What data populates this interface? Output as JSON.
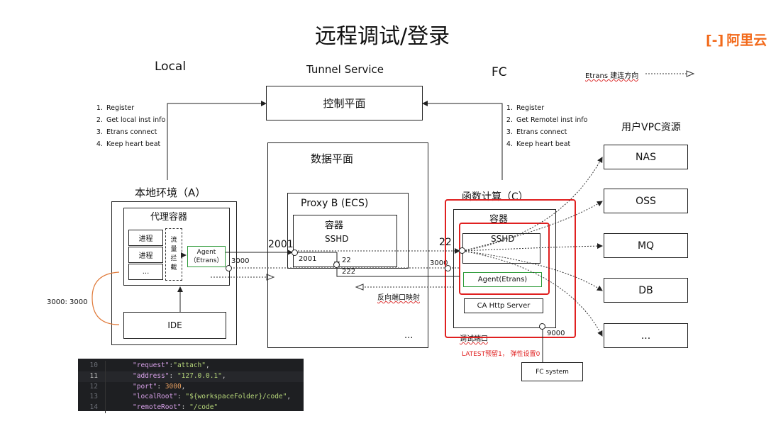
{
  "title": "远程调试/登录",
  "logo": {
    "text": "阿里云",
    "mark": "[-]"
  },
  "col_labels": {
    "local": "Local",
    "tunnel": "Tunnel Service",
    "fc": "FC"
  },
  "legend": {
    "label": "Etrans 建连方向"
  },
  "control_plane": "控制平面",
  "data_plane": "数据平面",
  "left_steps": [
    "Register",
    "Get local inst info",
    "Etrans connect",
    "Keep heart beat"
  ],
  "right_steps": [
    "Register",
    "Get Remotel inst info",
    "Etrans connect",
    "Keep heart beat"
  ],
  "local_env": {
    "title": "本地环境（A）",
    "proxy_container": "代理容器",
    "procs": [
      "进程",
      "进程",
      "..."
    ],
    "traffic": "流\n量\n拦\n截",
    "agent": "Agent\n（Etrans）",
    "ide": "IDE",
    "port_mapping": "3000: 3000",
    "port_agent": "3000"
  },
  "proxy_b": {
    "title": "Proxy B (ECS)",
    "container": "容器",
    "sshd": "SSHD",
    "port_2001_outer": "2001",
    "port_2001_inner": "2001",
    "port_22": "22",
    "port_222": "222",
    "ellipsis": "..."
  },
  "fc_side": {
    "title": "函数计算（C）",
    "container": "容器",
    "sshd": "SSHD",
    "agent": "Agent(Etrans)",
    "ca": "CA  Http Server",
    "debug_port": "调试端口",
    "port_22": "22",
    "port_3000": "3000",
    "port_9000": "9000",
    "note": "LATEST预留1，  弹性设置0",
    "fc_system": "FC  system"
  },
  "reverse_label": "反向端口映射",
  "vpc": {
    "title": "用户VPC资源",
    "items": [
      "NAS",
      "OSS",
      "MQ",
      "DB",
      "..."
    ]
  },
  "code": {
    "lines": [
      {
        "n": "10",
        "key": "\"request\"",
        "val": "\"attach\"",
        "end": ","
      },
      {
        "n": "11",
        "key": "\"address\"",
        "val": "\"127.0.0.1\"",
        "end": ","
      },
      {
        "n": "12",
        "key": "\"port\"",
        "val": "3000",
        "end": ","
      },
      {
        "n": "13",
        "key": "\"localRoot\"",
        "val": "\"${workspaceFolder}/code\"",
        "end": ","
      },
      {
        "n": "14",
        "key": "\"remoteRoot\"",
        "val": "\"/code\"",
        "end": ""
      }
    ]
  },
  "colors": {
    "red": "#e02020",
    "green": "#2e9b3a",
    "orange": "#e07a3a",
    "brand": "#f26a1b"
  }
}
